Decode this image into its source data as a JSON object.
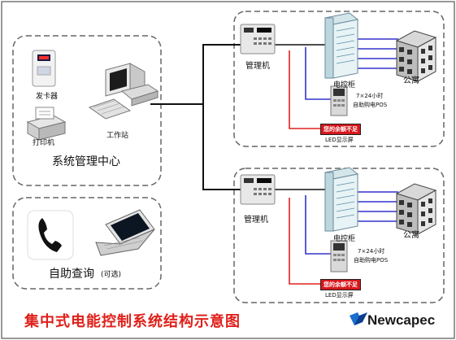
{
  "left_panel": {
    "system_center_label": "系统管理中心",
    "card_issuer_label": "发卡器",
    "printer_label": "打印机",
    "workstation_label": "工作站"
  },
  "query_panel": {
    "self_query_label": "自助查询",
    "optional_label": "(可选)"
  },
  "top_block": {
    "manager_label": "管理机",
    "cabinet_label": "电控柜",
    "apartment_label": "公寓",
    "pos_label_line1": "7×24小时",
    "pos_label_line2": "自助购电POS",
    "led_screen_text": "您的余额不足",
    "led_label": "LED显示屏"
  },
  "bottom_block": {
    "manager_label": "管理机",
    "cabinet_label": "电控柜",
    "apartment_label": "公寓",
    "pos_label_line1": "7×24小时",
    "pos_label_line2": "自助购电POS",
    "led_screen_text": "您的余额不足",
    "led_label": "LED显示屏"
  },
  "footer": {
    "title": "集中式电能控制系统结构示意图",
    "brand": "Newcapec"
  },
  "colors": {
    "accent_red": "#e0201a",
    "wire_blue": "#3333cc",
    "wire_red": "#e02020",
    "wire_black": "#111111"
  }
}
